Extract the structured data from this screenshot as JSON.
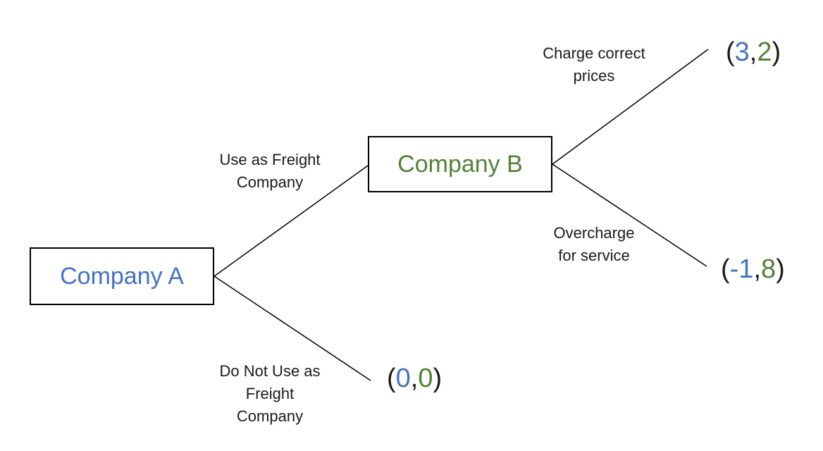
{
  "colors": {
    "company_a": "#4472c4",
    "company_b": "#548235",
    "text": "#1a1a1a",
    "lines": "#000000"
  },
  "nodes": {
    "company_a": "Company A",
    "company_b": "Company B"
  },
  "edges": {
    "use_as_freight": [
      "Use as Freight",
      "Company"
    ],
    "do_not_use": [
      "Do Not Use as",
      "Freight",
      "Company"
    ],
    "charge_correct": [
      "Charge correct",
      "prices"
    ],
    "overcharge": [
      "Overcharge",
      "for service"
    ]
  },
  "payoffs": {
    "charge_correct": {
      "a": "3",
      "b": "2"
    },
    "overcharge": {
      "a": "-1",
      "b": "8"
    },
    "do_not_use": {
      "a": "0",
      "b": "0"
    }
  }
}
